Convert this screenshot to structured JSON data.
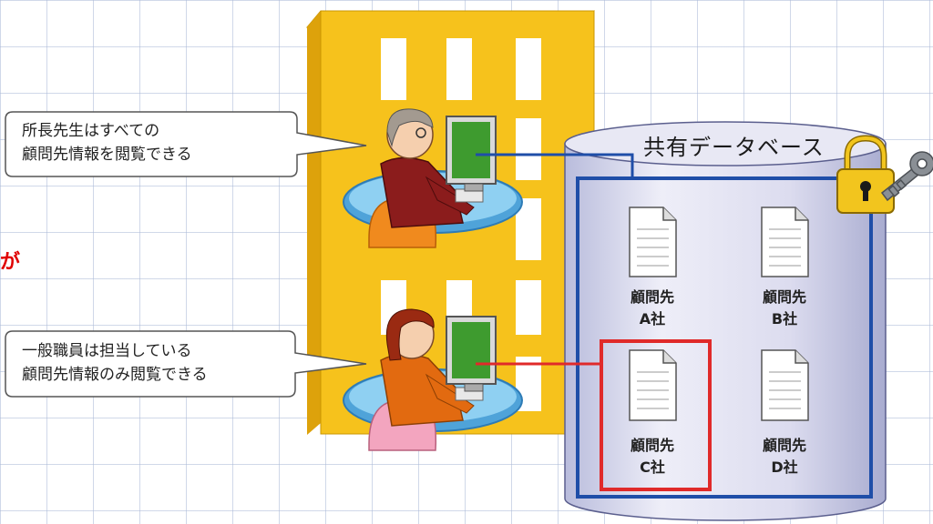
{
  "side_text": "が",
  "bubbles": [
    {
      "line1": "所長先生はすべての",
      "line2": "顧問先情報を閲覧できる"
    },
    {
      "line1": "一般職員は担当している",
      "line2": "顧問先情報のみ閲覧できる"
    }
  ],
  "database": {
    "title": "共有データベース",
    "documents": [
      {
        "line1": "顧問先",
        "line2": "A社"
      },
      {
        "line1": "顧問先",
        "line2": "B社"
      },
      {
        "line1": "顧問先",
        "line2": "C社"
      },
      {
        "line1": "顧問先",
        "line2": "D社"
      }
    ]
  },
  "colors": {
    "building": "#f6c21c",
    "building_side": "#dda20b",
    "window": "#ffffff",
    "cylinder": "#dcdcef",
    "access_all_line": "#1f4ea8",
    "access_limited_line": "#e02a2a",
    "highlight_box": "#e02a2a",
    "lock": "#f2c51e",
    "key": "#8a8f95"
  },
  "icons": [
    "building",
    "director-person-icon",
    "staff-person-icon",
    "database-cylinder",
    "document-icon",
    "padlock-icon",
    "key-icon"
  ]
}
